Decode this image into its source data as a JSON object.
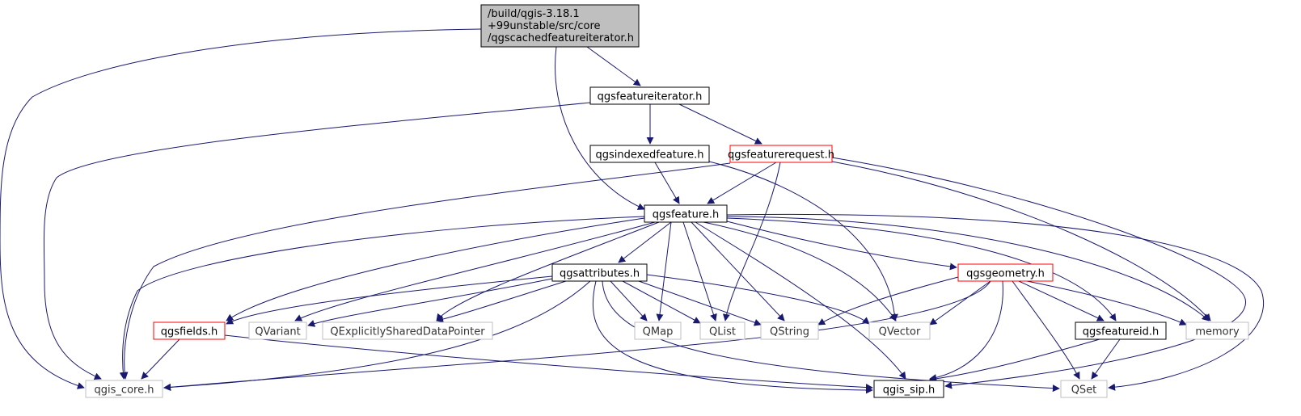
{
  "diagram": {
    "nodes": [
      {
        "id": "root",
        "lines": [
          "/build/qgis-3.18.1",
          "+99unstable/src/core",
          "/qgscachedfeatureiterator.h"
        ],
        "style": "root"
      },
      {
        "id": "featureiterator",
        "lines": [
          "qgsfeatureiterator.h"
        ],
        "style": "black"
      },
      {
        "id": "indexedfeature",
        "lines": [
          "qgsindexedfeature.h"
        ],
        "style": "black"
      },
      {
        "id": "featurerequest",
        "lines": [
          "qgsfeaturerequest.h"
        ],
        "style": "red"
      },
      {
        "id": "feature",
        "lines": [
          "qgsfeature.h"
        ],
        "style": "black"
      },
      {
        "id": "attributes",
        "lines": [
          "qgsattributes.h"
        ],
        "style": "black"
      },
      {
        "id": "geometry",
        "lines": [
          "qgsgeometry.h"
        ],
        "style": "red"
      },
      {
        "id": "fields",
        "lines": [
          "qgsfields.h"
        ],
        "style": "red"
      },
      {
        "id": "qvariant",
        "lines": [
          "QVariant"
        ],
        "style": "gray"
      },
      {
        "id": "qesdp",
        "lines": [
          "QExplicitlySharedDataPointer"
        ],
        "style": "gray"
      },
      {
        "id": "qmap",
        "lines": [
          "QMap"
        ],
        "style": "gray"
      },
      {
        "id": "qlist",
        "lines": [
          "QList"
        ],
        "style": "gray"
      },
      {
        "id": "qstring",
        "lines": [
          "QString"
        ],
        "style": "gray"
      },
      {
        "id": "qvector",
        "lines": [
          "QVector"
        ],
        "style": "gray"
      },
      {
        "id": "featureid",
        "lines": [
          "qgsfeatureid.h"
        ],
        "style": "black"
      },
      {
        "id": "memory",
        "lines": [
          "memory"
        ],
        "style": "gray"
      },
      {
        "id": "qgiscore",
        "lines": [
          "qgis_core.h"
        ],
        "style": "gray"
      },
      {
        "id": "qgissip",
        "lines": [
          "qgis_sip.h"
        ],
        "style": "black"
      },
      {
        "id": "qset",
        "lines": [
          "QSet"
        ],
        "style": "gray"
      }
    ],
    "edges": [
      [
        "root",
        "featureiterator"
      ],
      [
        "root",
        "feature"
      ],
      [
        "root",
        "qgiscore"
      ],
      [
        "featureiterator",
        "indexedfeature"
      ],
      [
        "featureiterator",
        "featurerequest"
      ],
      [
        "featureiterator",
        "qgiscore"
      ],
      [
        "indexedfeature",
        "feature"
      ],
      [
        "indexedfeature",
        "qvector"
      ],
      [
        "featurerequest",
        "feature"
      ],
      [
        "featurerequest",
        "qlist"
      ],
      [
        "featurerequest",
        "qgiscore"
      ],
      [
        "featurerequest",
        "memory"
      ],
      [
        "featurerequest",
        "qgissip"
      ],
      [
        "feature",
        "attributes"
      ],
      [
        "feature",
        "geometry"
      ],
      [
        "feature",
        "fields"
      ],
      [
        "feature",
        "qvariant"
      ],
      [
        "feature",
        "qesdp"
      ],
      [
        "feature",
        "qmap"
      ],
      [
        "feature",
        "qlist"
      ],
      [
        "feature",
        "qstring"
      ],
      [
        "feature",
        "qvector"
      ],
      [
        "feature",
        "featureid"
      ],
      [
        "feature",
        "memory"
      ],
      [
        "feature",
        "qgiscore"
      ],
      [
        "feature",
        "qgissip"
      ],
      [
        "feature",
        "qset"
      ],
      [
        "attributes",
        "fields"
      ],
      [
        "attributes",
        "qvariant"
      ],
      [
        "attributes",
        "qesdp"
      ],
      [
        "attributes",
        "qmap"
      ],
      [
        "attributes",
        "qlist"
      ],
      [
        "attributes",
        "qstring"
      ],
      [
        "attributes",
        "qvector"
      ],
      [
        "attributes",
        "qgiscore"
      ],
      [
        "attributes",
        "qgissip"
      ],
      [
        "attributes",
        "qset"
      ],
      [
        "geometry",
        "qstring"
      ],
      [
        "geometry",
        "qvector"
      ],
      [
        "geometry",
        "featureid"
      ],
      [
        "geometry",
        "memory"
      ],
      [
        "geometry",
        "qgiscore"
      ],
      [
        "geometry",
        "qgissip"
      ],
      [
        "geometry",
        "qset"
      ],
      [
        "fields",
        "qgiscore"
      ],
      [
        "fields",
        "qgissip"
      ],
      [
        "featureid",
        "qgissip"
      ],
      [
        "featureid",
        "qset"
      ]
    ],
    "colors": {
      "edge": "#191970",
      "root_fill": "#bfbfbf",
      "black_border": "#000000",
      "red_border": "#ff0000",
      "gray_border": "#bfbfbf",
      "node_fill": "#ffffff"
    }
  }
}
